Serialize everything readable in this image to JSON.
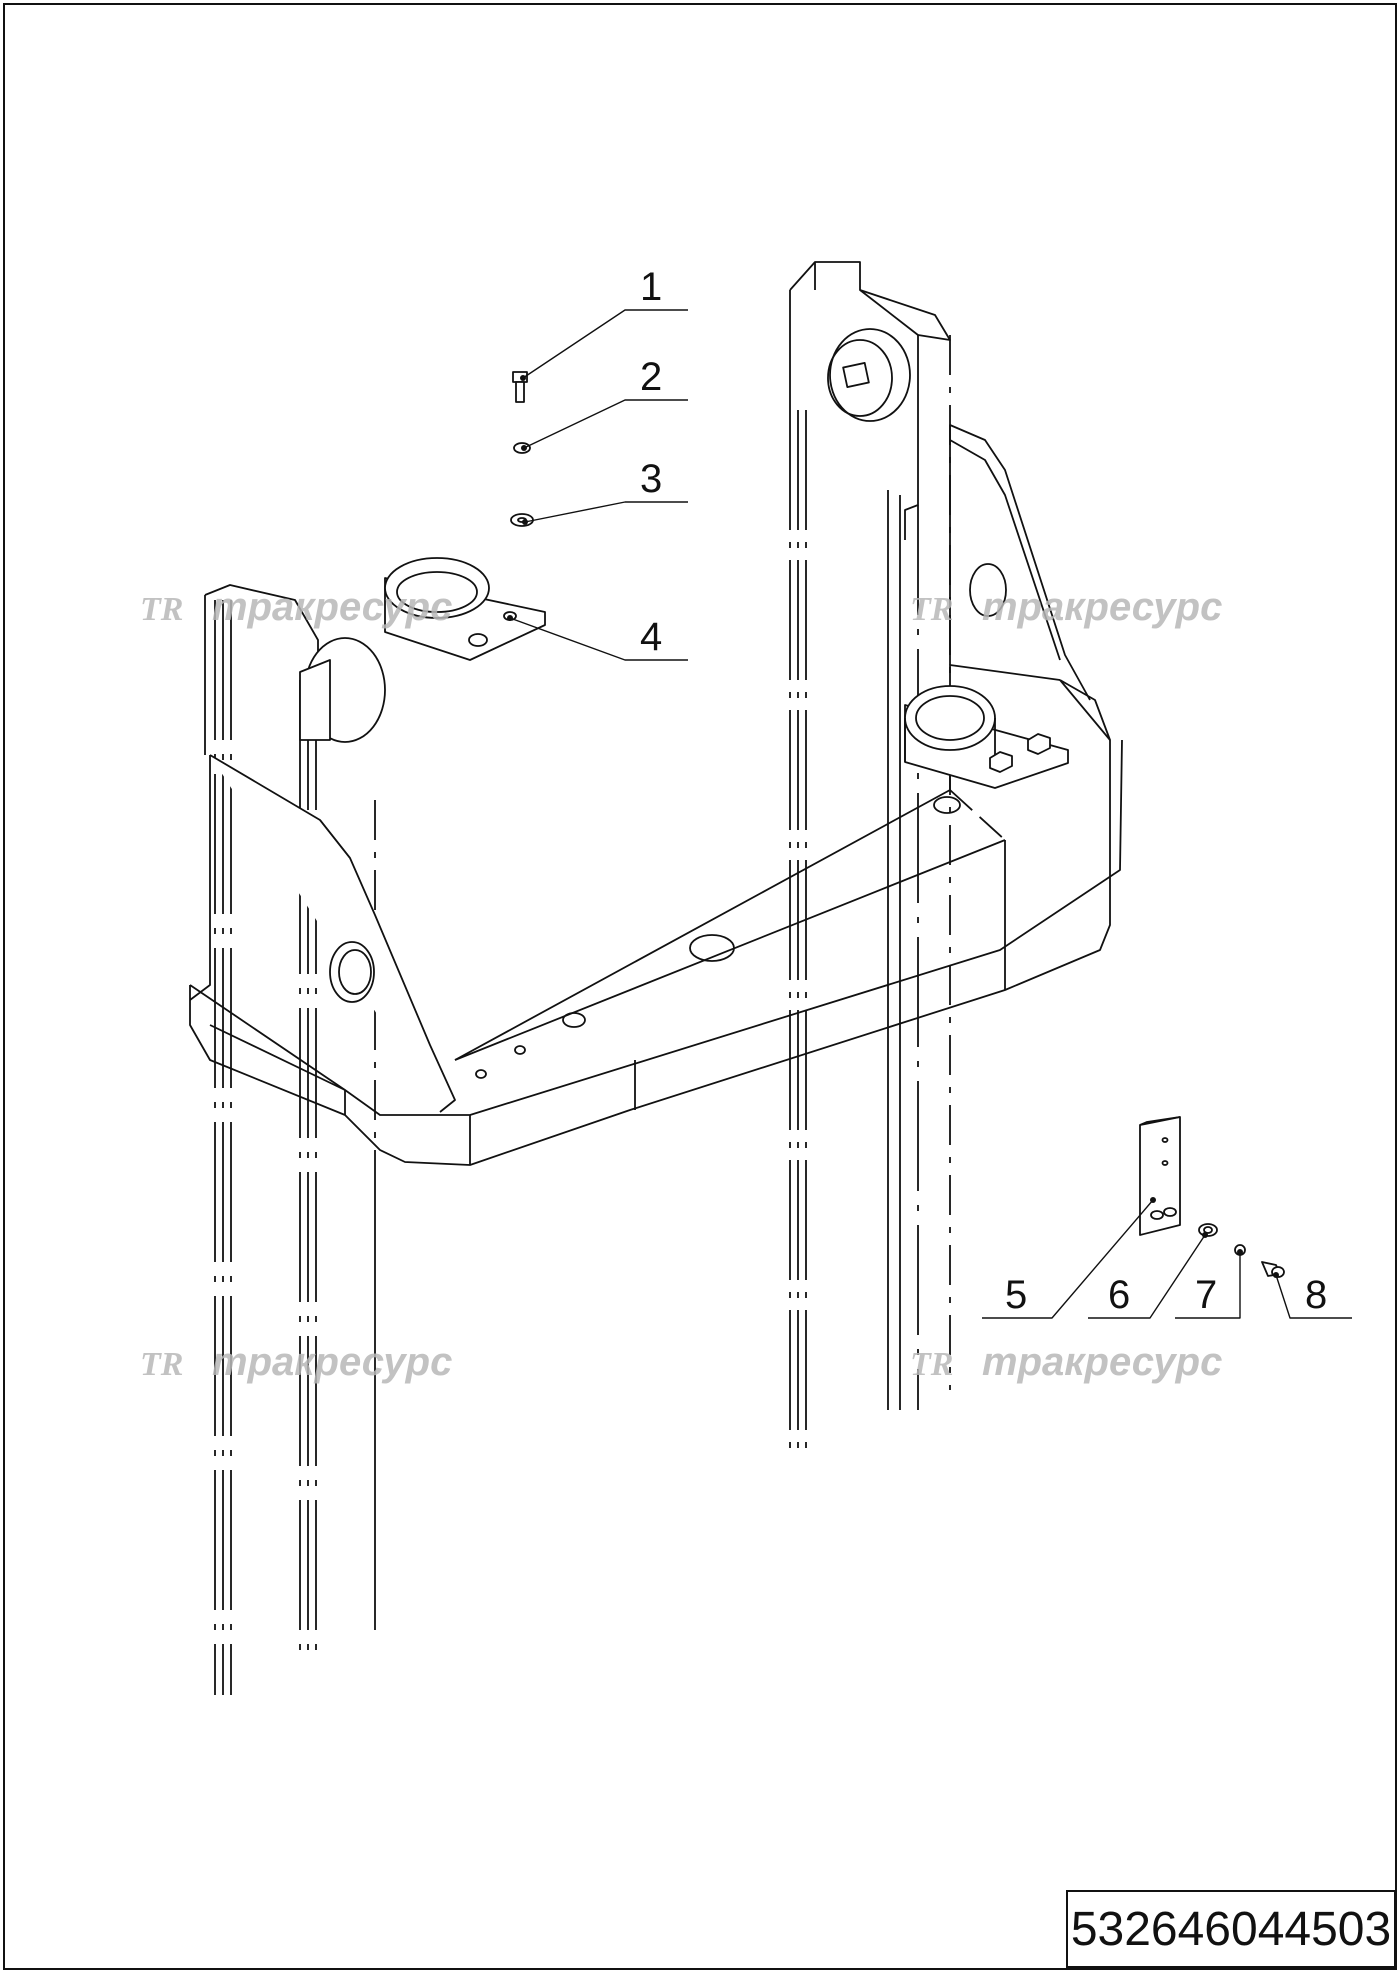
{
  "diagram": {
    "callouts": [
      "1",
      "2",
      "3",
      "4",
      "5",
      "6",
      "7",
      "8"
    ],
    "watermark": {
      "logo": "TR",
      "text": "тракресурс"
    },
    "part_number": "532646044503",
    "colors": {
      "line": "#111111",
      "fill": "#ffffff",
      "watermark": "#b8b8b8"
    }
  }
}
